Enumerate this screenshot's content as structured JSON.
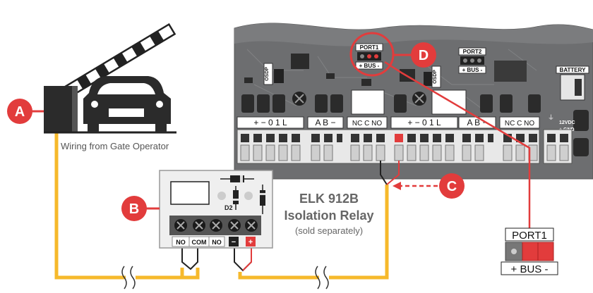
{
  "callouts": [
    {
      "letter": "A",
      "color": "#e23c3c"
    },
    {
      "letter": "B",
      "color": "#e23c3c"
    },
    {
      "letter": "C",
      "color": "#e23c3c"
    },
    {
      "letter": "D",
      "color": "#e23c3c"
    }
  ],
  "gate": {
    "caption": "Wiring from Gate Operator"
  },
  "relay": {
    "title": "ELK 912B",
    "subtitle": "Isolation Relay",
    "note": "(sold separately)",
    "diode_label": "D2",
    "terminals": [
      "NO",
      "COM",
      "NO",
      "−",
      "+"
    ]
  },
  "board": {
    "port1_label": "PORT1",
    "port1_bus": "+ BUS -",
    "port2_label": "PORT2",
    "port2_bus": "+ BUS -",
    "battery_label": "BATTERY",
    "osdp_label": "OSDP",
    "power_label_1": "12VDC",
    "power_label_2": "+ GND",
    "group_labels": [
      "+ − 0 1 L",
      "A B −",
      "NC C NO",
      "+ − 0 1 L",
      "A B −",
      "NC C NO"
    ]
  },
  "port_detail": {
    "label": "PORT1",
    "bus": "+ BUS -"
  },
  "colors": {
    "wire_yellow": "#f6b92b",
    "wire_red": "#e23c3c",
    "board": "#6d6e70",
    "accent": "#e23c3c"
  }
}
